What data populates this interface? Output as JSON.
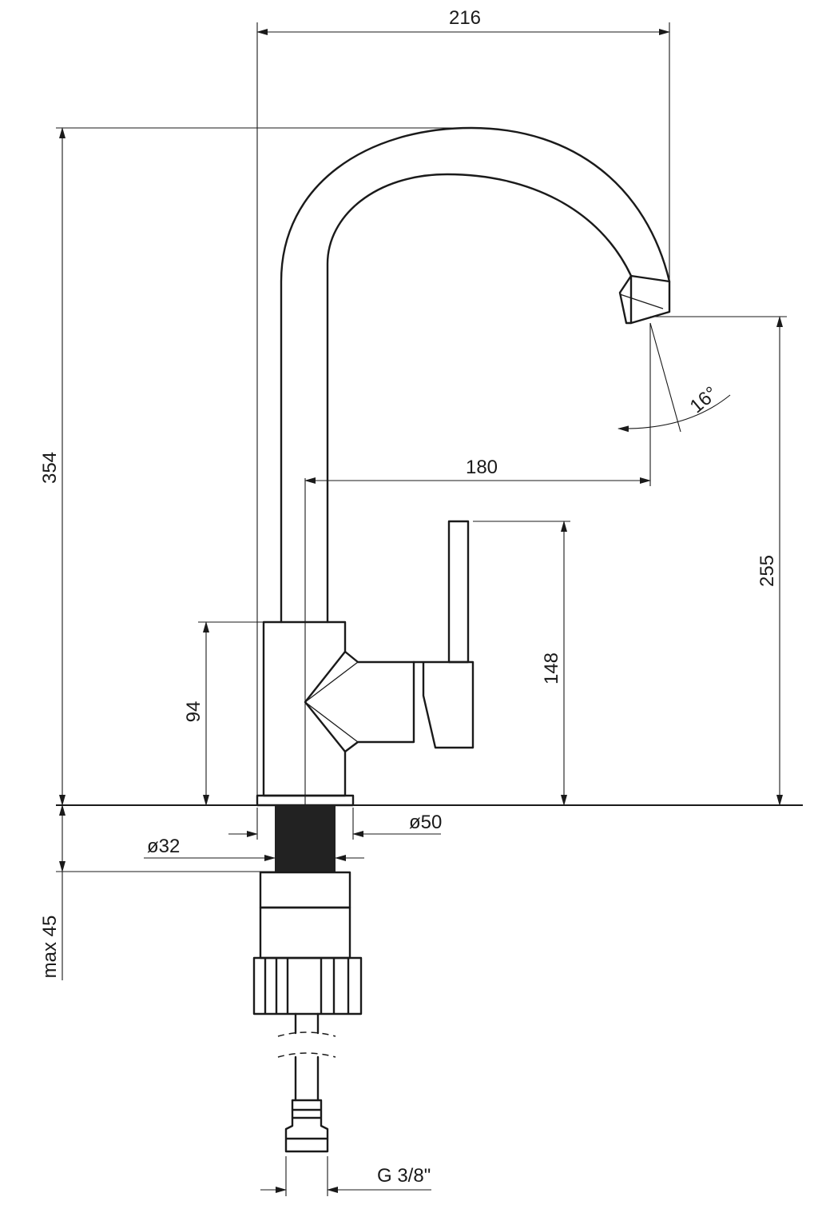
{
  "dimensions": {
    "overall_width": "216",
    "overall_height": "354",
    "reach": "180",
    "spout_height": "255",
    "lever_height": "148",
    "body_height": "94",
    "spout_angle": "16°",
    "base_diameter": "ø50",
    "hole_diameter": "ø32",
    "max_deck_thickness": "max 45",
    "connection_thread": "G 3/8\""
  },
  "colors": {
    "line": "#1a1a1a",
    "background": "#ffffff"
  }
}
